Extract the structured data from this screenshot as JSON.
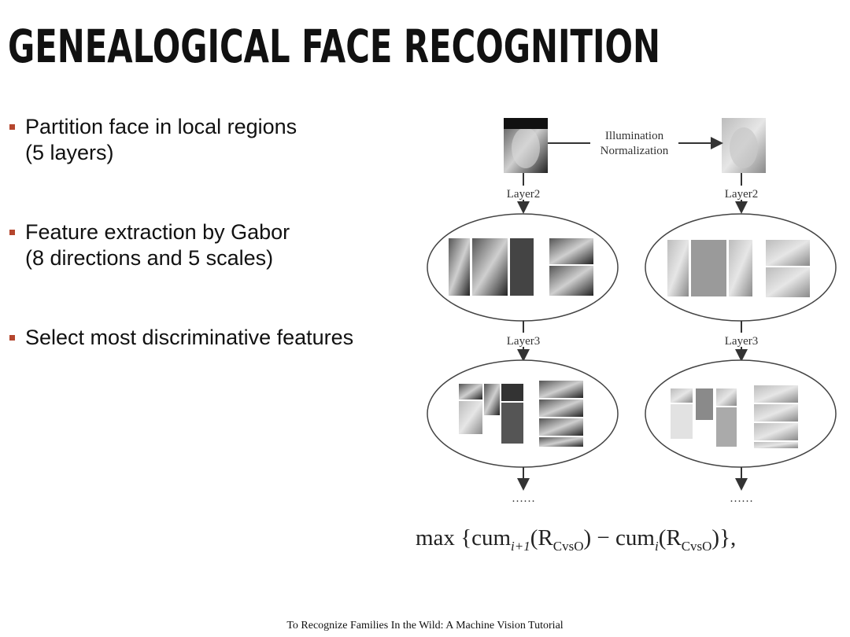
{
  "slide": {
    "title": "GENEALOGICAL FACE RECOGNITION",
    "bullets": [
      {
        "line1": "Partition face in local regions",
        "line2": "(5 layers)"
      },
      {
        "line1": "Feature extraction by Gabor",
        "line2": "(8 directions and 5 scales)"
      },
      {
        "line1": "Select most discriminative features",
        "line2": ""
      }
    ],
    "footer": "To Recognize Families In the Wild: A Machine Vision Tutorial"
  },
  "figure": {
    "arrow_label_line1": "Illumination",
    "arrow_label_line2": "Normalization",
    "left_layer2": "Layer2",
    "right_layer2": "Layer2",
    "left_layer3": "Layer3",
    "right_layer3": "Layer3",
    "left_dots": "……",
    "right_dots": "……"
  },
  "formula": {
    "max": "max",
    "open": "{",
    "cum1": "cum",
    "sub1": "i+1",
    "paren1": "(R",
    "subR1": "CvsO",
    "close1": ")",
    "minus": "−",
    "cum2": "cum",
    "sub2": "i",
    "paren2": "(R",
    "subR2": "CvsO",
    "close2": ")",
    "end": "},"
  },
  "colors": {
    "bullet_marker": "#b5462e",
    "text": "#111111",
    "face_dark": "#333333",
    "face_light": "#9a9a9a"
  }
}
